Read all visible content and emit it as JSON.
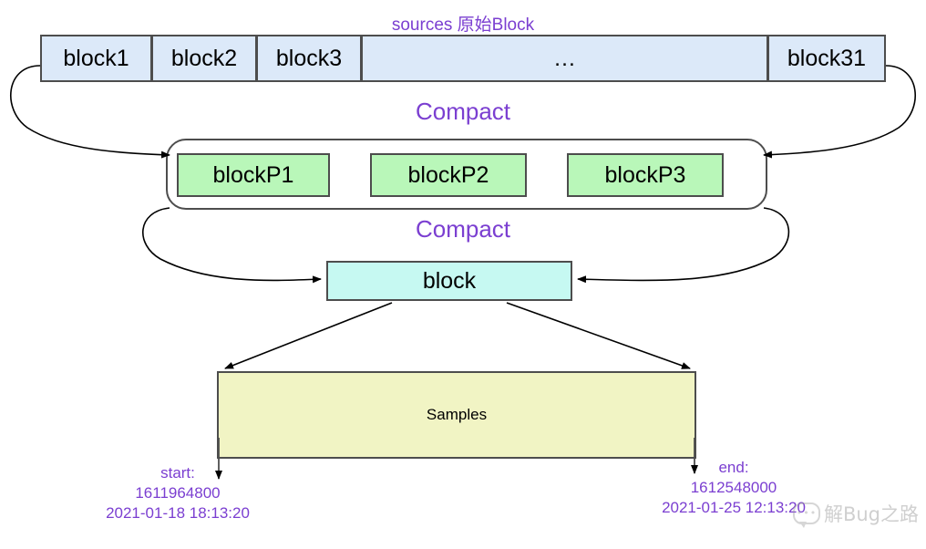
{
  "diagram": {
    "title": "sources 原始Block",
    "source_blocks": [
      {
        "label": "block1"
      },
      {
        "label": "block2"
      },
      {
        "label": "block3"
      },
      {
        "label": "…"
      },
      {
        "label": "block31"
      }
    ],
    "compact_label_1": "Compact",
    "persisted_blocks": [
      {
        "label": "blockP1"
      },
      {
        "label": "blockP2"
      },
      {
        "label": "blockP3"
      }
    ],
    "compact_label_2": "Compact",
    "final_block": "block",
    "samples_box": "Samples",
    "annotations": {
      "start": {
        "caption": "start:",
        "timestamp": "1611964800",
        "datetime": "2021-01-18 18:13:20"
      },
      "end": {
        "caption": "end:",
        "timestamp": "1612548000",
        "datetime": "2021-01-25 12:13:20"
      }
    },
    "watermark": "解Bug之路",
    "colors": {
      "source_fill": "#dce9f9",
      "persisted_fill": "#b9f7b9",
      "block_fill": "#c6f9f2",
      "samples_fill": "#f1f4c4",
      "stroke": "#4d4d4d",
      "label_purple": "#7b3fd1"
    }
  }
}
